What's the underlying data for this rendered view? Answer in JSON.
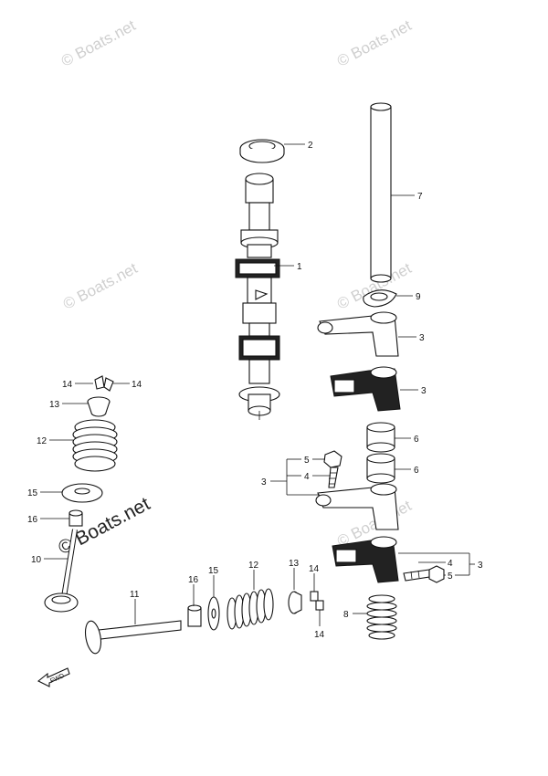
{
  "watermark": {
    "text": "© Boats.net"
  },
  "callouts": {
    "c1": "1",
    "c2": "2",
    "c7": "7",
    "c9": "9",
    "c3a": "3",
    "c3b": "3",
    "c6a": "6",
    "c6b": "6",
    "c5a": "5",
    "c4a": "4",
    "c3c": "3",
    "c4b": "4",
    "c5b": "5",
    "c3d": "3",
    "c8": "8",
    "c14a": "14",
    "c14b": "14",
    "c13a": "13",
    "c12a": "12",
    "c15a": "15",
    "c16a": "16",
    "c10": "10",
    "c11": "11",
    "c16b": "16",
    "c15b": "15",
    "c12b": "12",
    "c13b": "13",
    "c14c": "14",
    "c14d": "14"
  },
  "fwd_label": "FWD"
}
